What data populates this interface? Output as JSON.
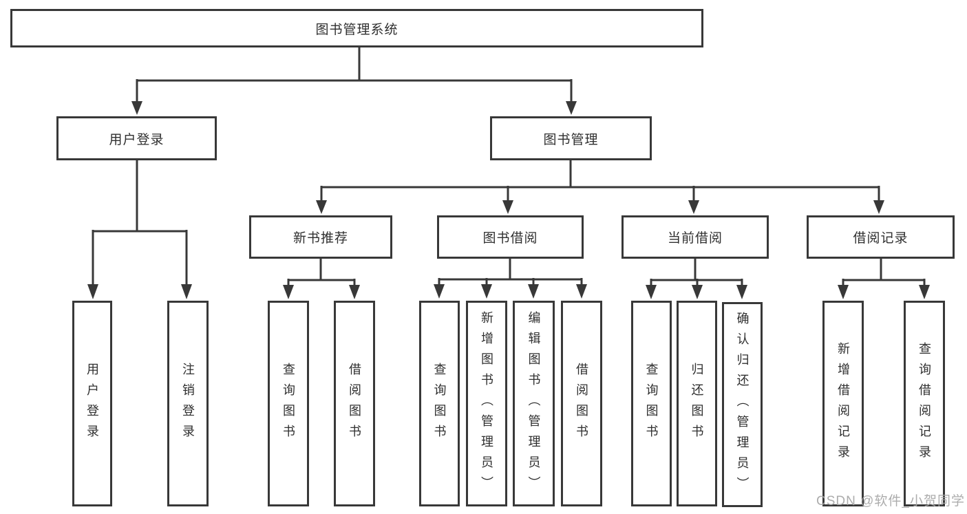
{
  "tree": {
    "label": "图书管理系统",
    "children": [
      {
        "label": "用户登录",
        "children": [
          {
            "label": "用户登录"
          },
          {
            "label": "注销登录"
          }
        ]
      },
      {
        "label": "图书管理",
        "children": [
          {
            "label": "新书推荐",
            "children": [
              {
                "label": "查询图书"
              },
              {
                "label": "借阅图书"
              }
            ]
          },
          {
            "label": "图书借阅",
            "children": [
              {
                "label": "查询图书"
              },
              {
                "label": "新增图书（管理员）"
              },
              {
                "label": "编辑图书（管理员）"
              },
              {
                "label": "借阅图书"
              }
            ]
          },
          {
            "label": "当前借阅",
            "children": [
              {
                "label": "查询图书"
              },
              {
                "label": "归还图书"
              },
              {
                "label": "确认归还（管理员）"
              }
            ]
          },
          {
            "label": "借阅记录",
            "children": [
              {
                "label": "新增借阅记录"
              },
              {
                "label": "查询借阅记录"
              }
            ]
          }
        ]
      }
    ]
  },
  "watermark": {
    "text": "CSDN @软件_小贺同学"
  },
  "colors": {
    "line": "#383838",
    "text": "#2f2f2f",
    "background": "#ffffff",
    "watermark": "#a8a8a8"
  }
}
